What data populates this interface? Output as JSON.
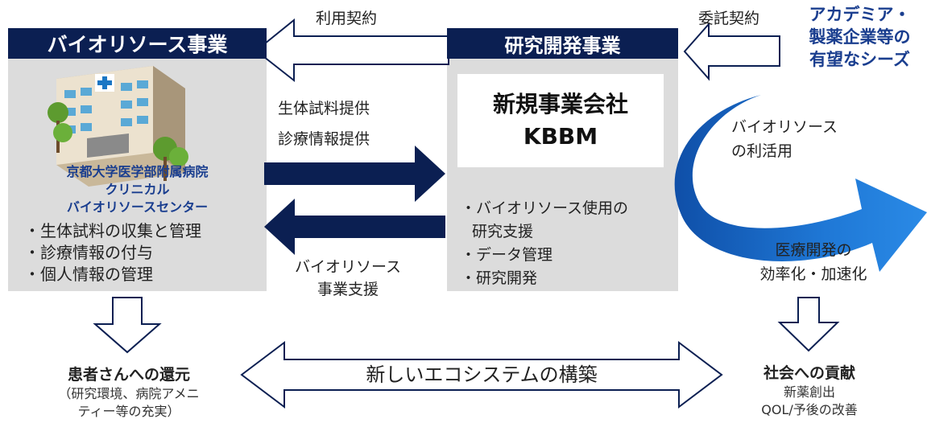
{
  "left_block": {
    "title": "バイオリソース事業",
    "hospital_line1": "京都大学医学部附属病院",
    "hospital_line2": "クリニカル",
    "hospital_line3": "バイオリソースセンター",
    "bullets": [
      "・生体試料の収集と管理",
      "・診療情報の付与",
      "・個人情報の管理"
    ]
  },
  "center_block": {
    "title": "研究開発事業",
    "company_name": "新規事業会社",
    "company_abbr": "KBBM",
    "bullet1_line1": "・バイオリソース使用の",
    "bullet1_line2": "研究支援",
    "bullet2": "・データ管理",
    "bullet3": "・研究開発"
  },
  "arrows": {
    "usage_contract": "利用契約",
    "consignment_contract": "委託契約",
    "provide_samples": "生体試料提供",
    "provide_clinical_info": "診療情報提供",
    "support_line1": "バイオリソース",
    "support_line2": "事業支援",
    "ecosystem": "新しいエコシステムの構築"
  },
  "right_block": {
    "seeds_line1": "アカデミア・",
    "seeds_line2": "製薬企業等の",
    "seeds_line3": "有望なシーズ",
    "utilization_line1": "バイオリソース",
    "utilization_line2": "の利活用",
    "efficiency_line1": "医療開発の",
    "efficiency_line2": "効率化・加速化"
  },
  "outcomes": {
    "patients_title": "患者さんへの還元",
    "patients_line1": "（研究環境、病院アメニ",
    "patients_line2": "ティー等の充実）",
    "society_title": "社会への貢献",
    "society_line1": "新薬創出",
    "society_line2": "QOL/予後の改善"
  },
  "colors": {
    "navy": "#0b1f52",
    "accent_blue": "#1a3e8f",
    "panel_grey": "#dcdcdc",
    "curve_blue": "#1f6fc9"
  },
  "icons": [
    "hospital-building-icon"
  ]
}
